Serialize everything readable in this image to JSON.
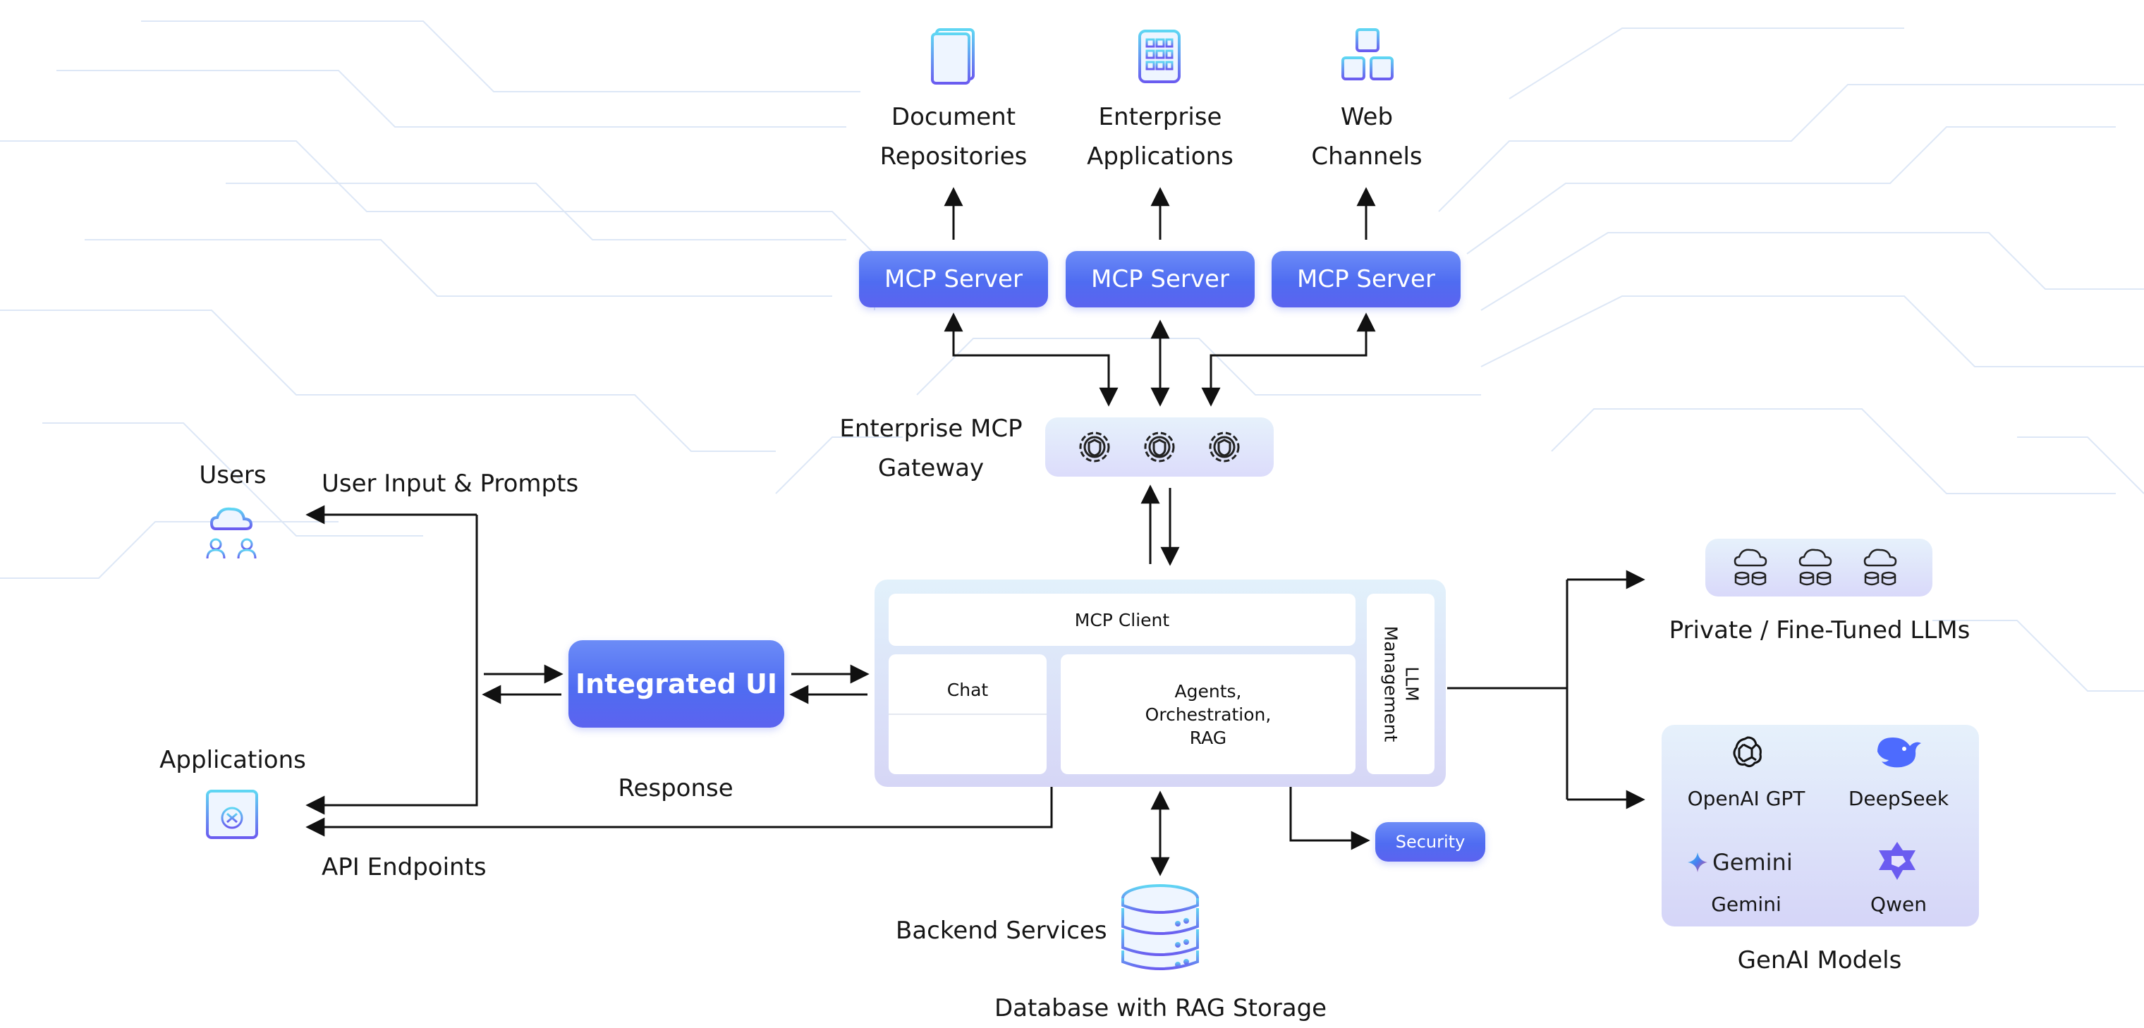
{
  "top_targets": [
    {
      "line1": "Document",
      "line2": "Repositories"
    },
    {
      "line1": "Enterprise",
      "line2": "Applications"
    },
    {
      "line1": "Web",
      "line2": "Channels"
    }
  ],
  "mcp_servers": [
    "MCP Server",
    "MCP Server",
    "MCP Server"
  ],
  "gateway": {
    "line1": "Enterprise MCP",
    "line2": "Gateway"
  },
  "users_label": "Users",
  "applications_label": "Applications",
  "user_input_label": "User Input & Prompts",
  "api_endpoints_label": "API Endpoints",
  "response_label": "Response",
  "integrated_ui": "Integrated UI",
  "hub": {
    "mcp_client": "MCP Client",
    "chat": "Chat",
    "agents": [
      "Agents,",
      "Orchestration,",
      "RAG"
    ],
    "llm_management": [
      "LLM",
      "Management"
    ]
  },
  "security": "Security",
  "backend_services": "Backend Services",
  "database": "Database with RAG Storage",
  "private_llms": "Private / Fine-Tuned LLMs",
  "genai_title": "GenAI Models",
  "genai_models": {
    "openai": "OpenAI GPT",
    "deepseek": "DeepSeek",
    "gemini_logo": "Gemini",
    "gemini": "Gemini",
    "qwen": "Qwen"
  },
  "colors": {
    "accent": "#4f6cf1",
    "accent_light": "#6c8cf7",
    "panel": "#e2f1fb",
    "circuit": "#dbe6f7"
  }
}
